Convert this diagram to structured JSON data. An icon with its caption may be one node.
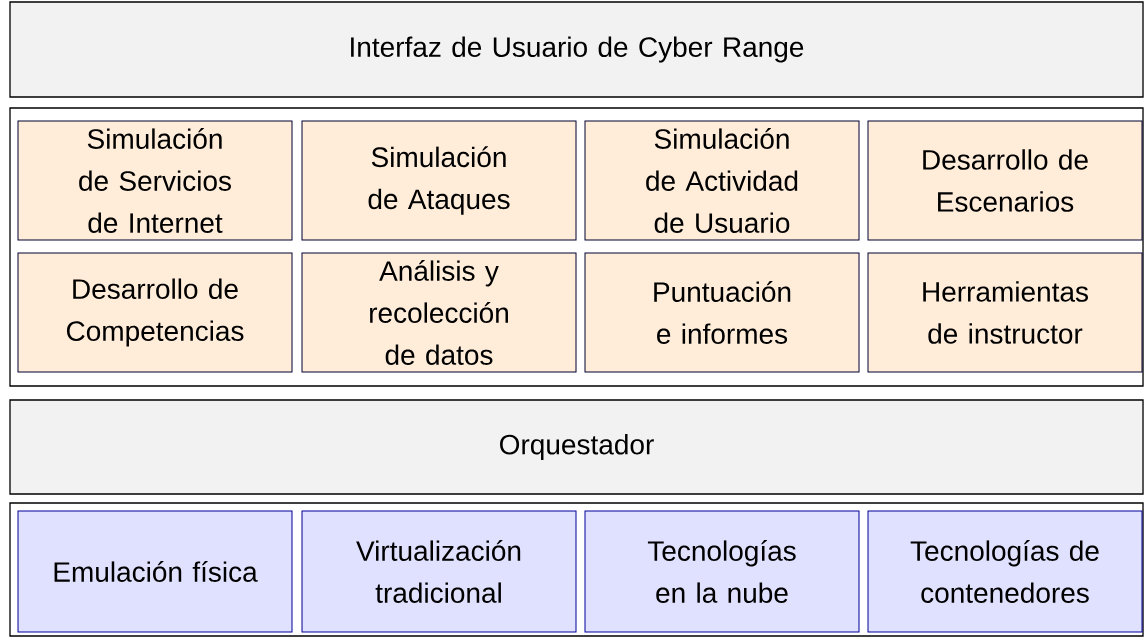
{
  "diagram": {
    "nodes": [
      {
        "text": [
          "Interfaz de Usuario de Cyber Range"
        ]
      },
      {
        "text": [],
        "shape": "box"
      },
      {
        "text": [
          "Simulación de Servicios de Internet"
        ],
        "in": 1
      },
      {
        "text": [
          "Simulación de Ataques"
        ],
        "in": 1
      },
      {
        "text": [
          "Simulación de Actividad de Usuario"
        ],
        "in": 1
      },
      {
        "text": [
          "Desarrollo de Escenarios"
        ],
        "in": 1
      },
      {
        "text": [
          "Desarrollo de Competencias"
        ],
        "in": 1
      },
      {
        "text": [
          "Análisis y recolección de datos"
        ],
        "in": 1
      },
      {
        "text": [
          "Puntuación e informes"
        ],
        "in": 1
      },
      {
        "text": [
          "Herramientas de instructor"
        ],
        "in": 1
      },
      {
        "text": [
          "Orquestador"
        ]
      },
      {
        "text": [],
        "shape": "box"
      },
      {
        "text": [
          "Emulación física"
        ],
        "in": 11
      },
      {
        "text": [
          "Virtualización tradicional"
        ],
        "in": 11
      },
      {
        "text": [
          "Tecnologías en la nube"
        ],
        "in": 11
      },
      {
        "text": [
          "Tecnologías de contenedores"
        ],
        "in": 11
      }
    ]
  }
}
